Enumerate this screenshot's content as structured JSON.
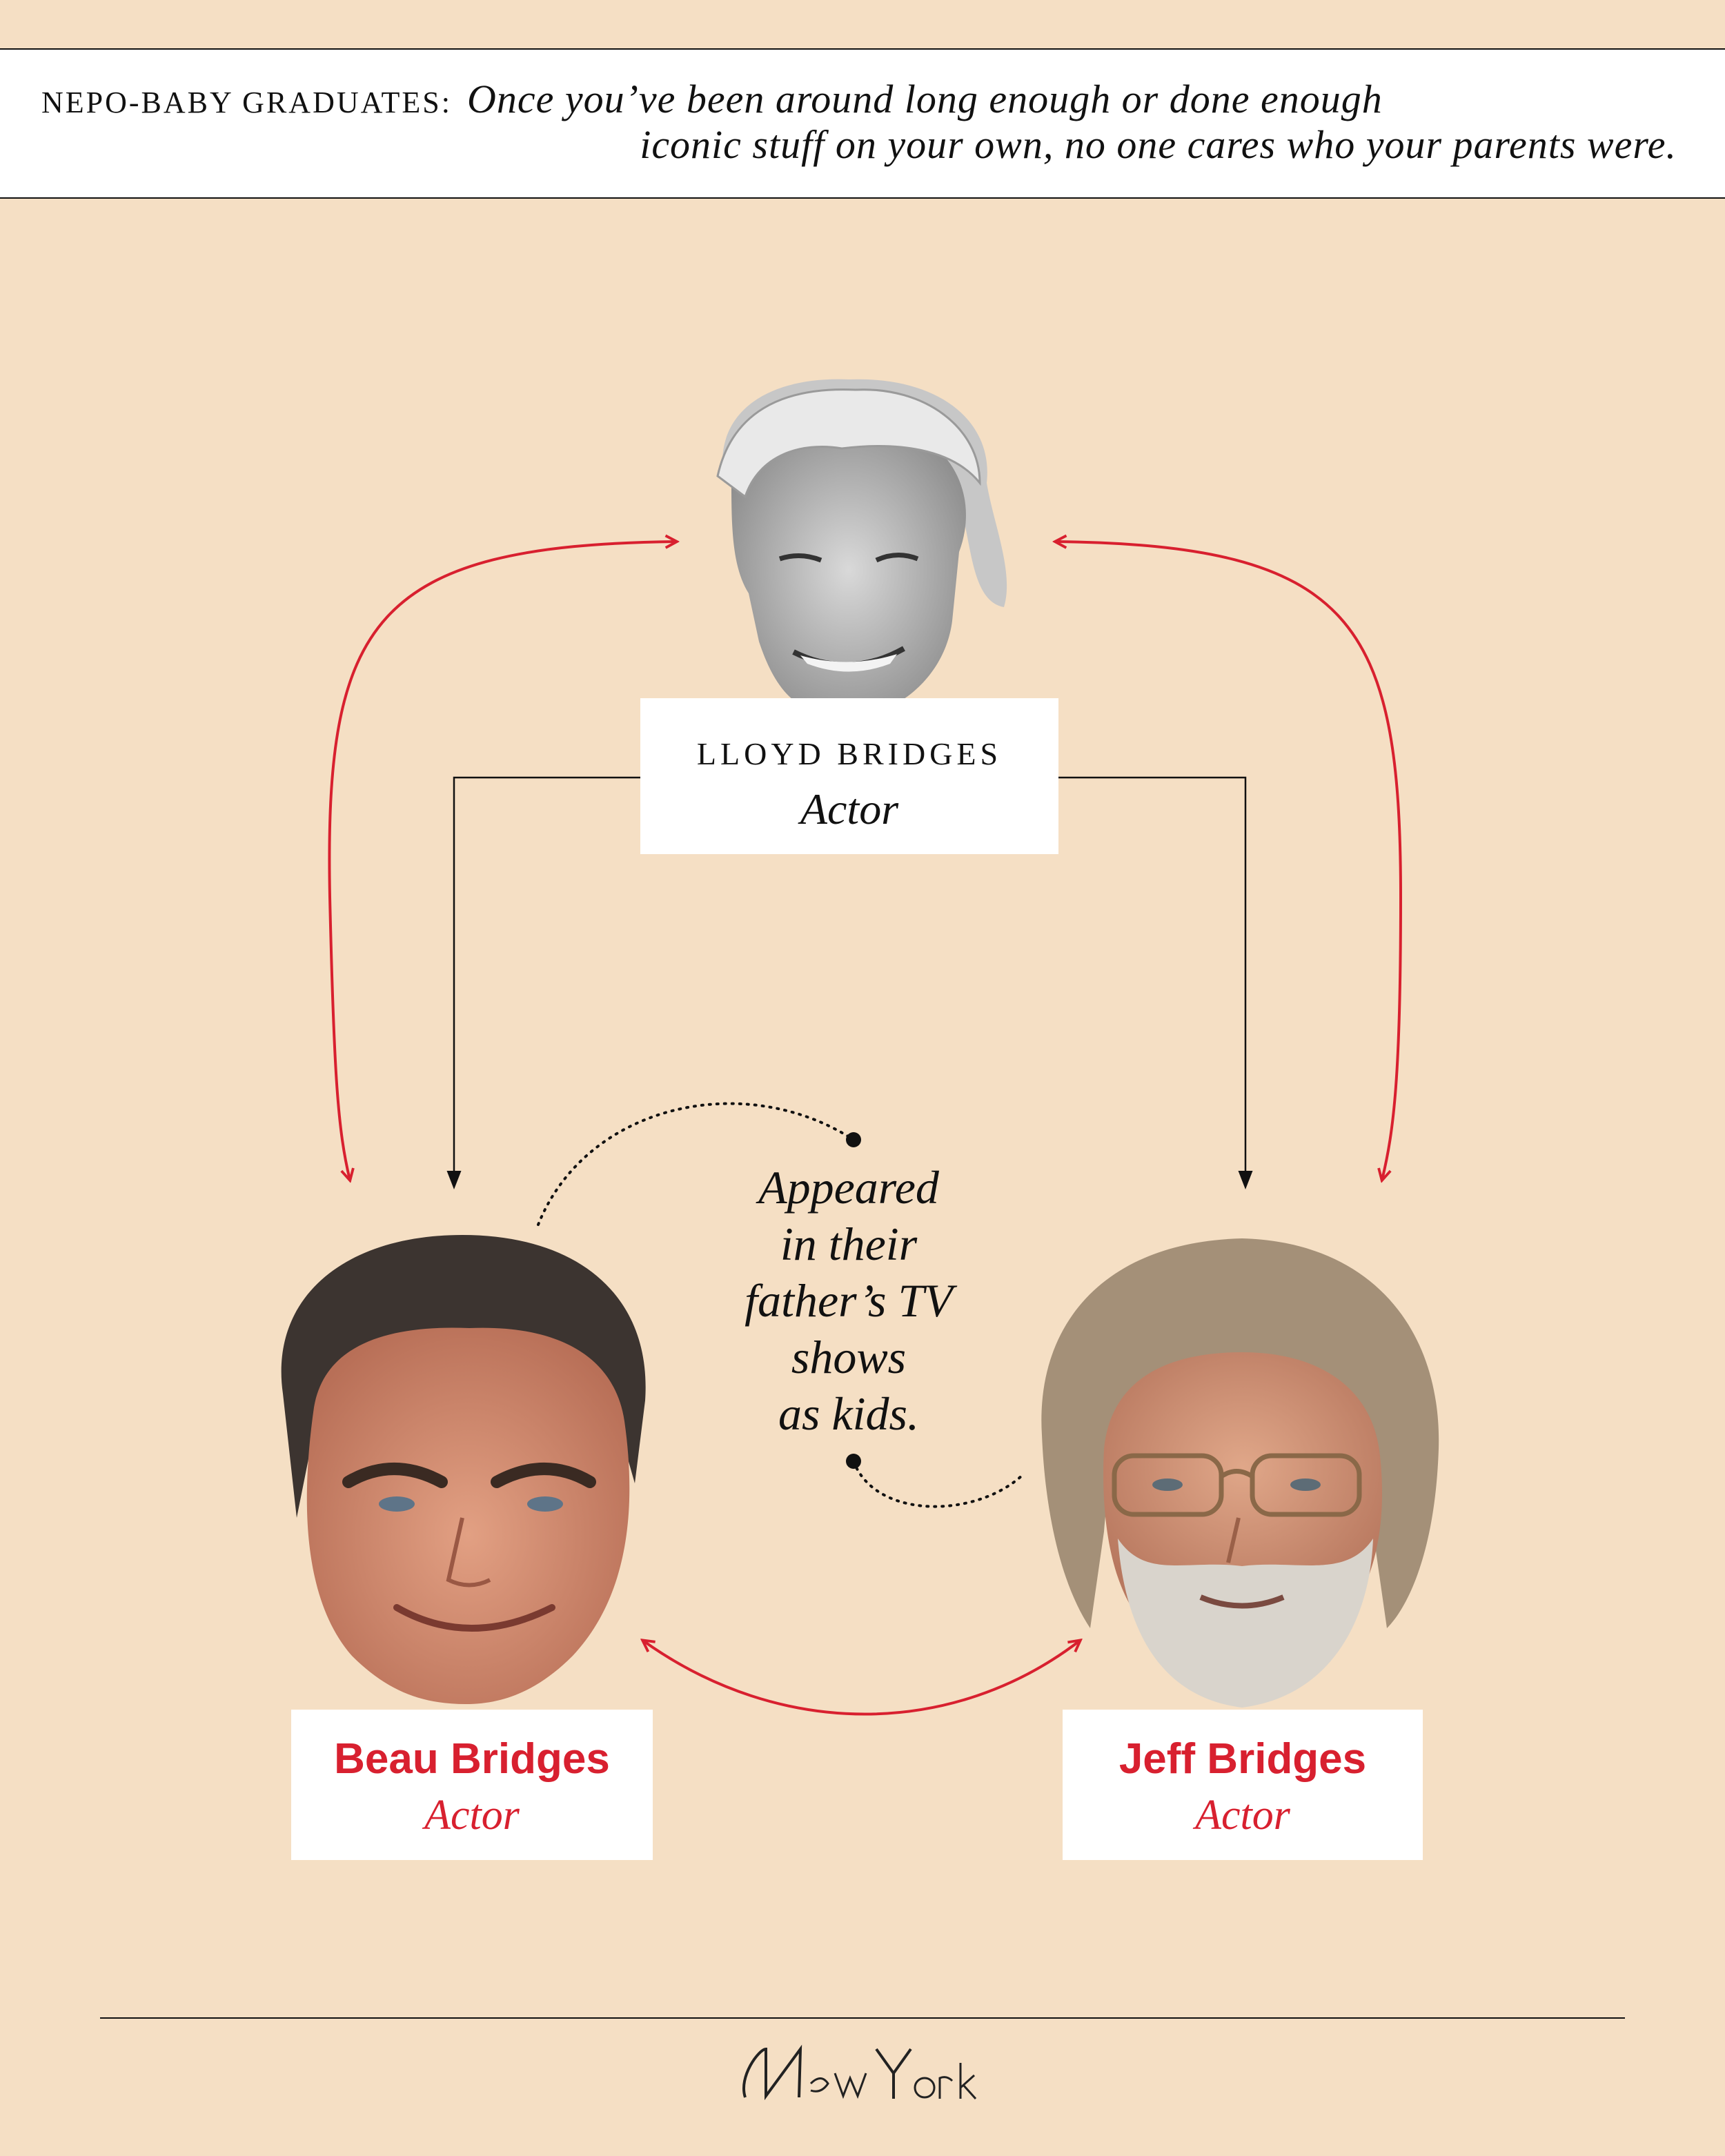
{
  "header": {
    "kicker": "NEPO-BABY GRADUATES:",
    "deck_line1": "Once you’ve been around long enough or done enough",
    "deck_line2": "iconic stuff on your own, no one cares who your parents were."
  },
  "parent": {
    "name": "LLOYD BRIDGES",
    "role": "Actor"
  },
  "children": [
    {
      "name": "Beau Bridges",
      "role": "Actor"
    },
    {
      "name": "Jeff Bridges",
      "role": "Actor"
    }
  ],
  "annotation": [
    "Appeared",
    "in their",
    "father’s TV",
    "shows",
    "as kids."
  ],
  "footer": {
    "logo": "New York"
  },
  "colors": {
    "background": "#f5dfc4",
    "accent_red": "#d8202f",
    "ink": "#111111"
  }
}
